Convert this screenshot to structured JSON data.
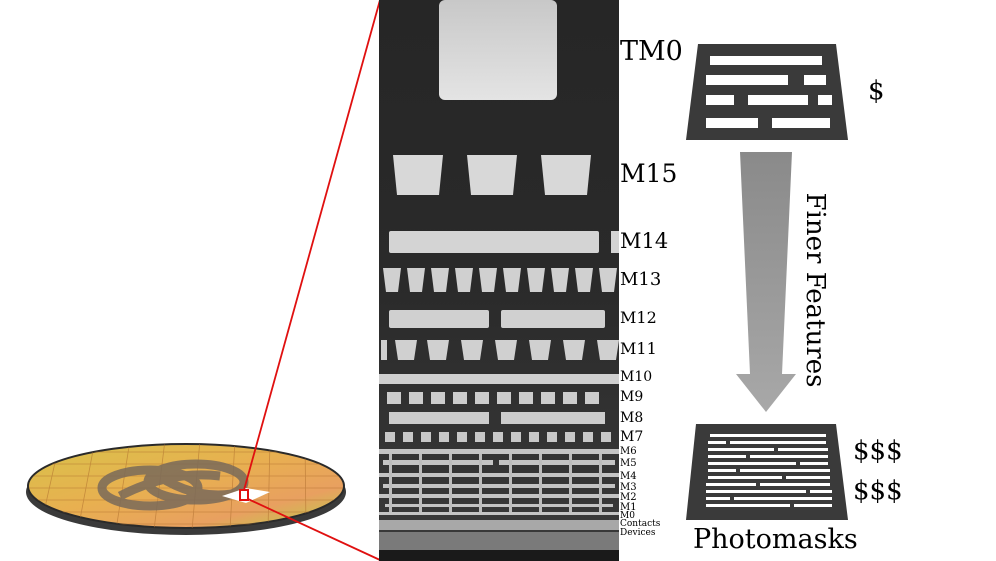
{
  "layers": {
    "tm0": "TM0",
    "m15": "M15",
    "m14": "M14",
    "m13": "M13",
    "m12": "M12",
    "m11": "M11",
    "m10": "M10",
    "m9": "M9",
    "m8": "M8",
    "m7": "M7",
    "m6": "M6",
    "m5": "M5",
    "m4": "M4",
    "m3": "M3",
    "m2": "M2",
    "m1": "M1",
    "m0": "M0",
    "contacts": "Contacts",
    "devices": "Devices"
  },
  "masks": {
    "coarse_cost": "$",
    "fine_cost_1": "$$$",
    "fine_cost_2": "$$$",
    "arrow_label": "Finer Features",
    "caption": "Photomasks"
  },
  "colors": {
    "zoom_line": "#e01010",
    "mask_dark": "#3a3a3a",
    "arrow_gray": "#8a8a8a",
    "cross_section_bg": "#1c1c1c",
    "metal_light": "#d6d6d6"
  }
}
